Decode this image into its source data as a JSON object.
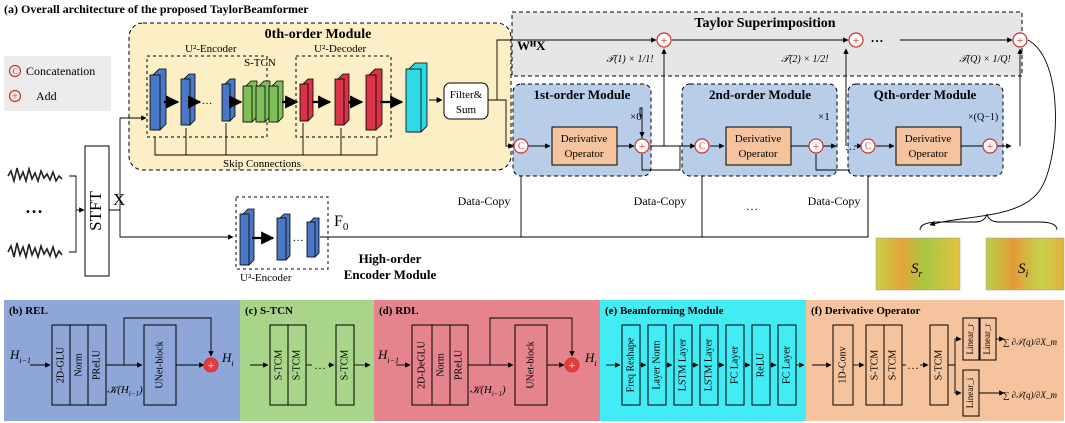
{
  "title": "(a) Overall architecture of the proposed TaylorBeamformer",
  "legend": {
    "concat_symbol": "C",
    "concat_label": "Concatenation",
    "add_symbol": "+",
    "add_label": "Add"
  },
  "zeroth": {
    "title": "0th-order Module",
    "encoder": "U²-Encoder",
    "stcn": "S-TCN",
    "decoder": "U²-Decoder",
    "skip": "Skip Connections",
    "filter1": "Filter&",
    "filter2": "Sum"
  },
  "stft": "STFT",
  "x_label": "X",
  "f0_label": "F",
  "f0_sub": "0",
  "high_order": {
    "encoder": "U²-Encoder",
    "line1": "High-order",
    "line2": "Encoder Module"
  },
  "taylor": {
    "title": "Taylor Superimposition",
    "whx": "WᴴX",
    "t1": "𝒯(1) × 1/1!",
    "t2": "𝒯(2) × 1/2!",
    "tq": "𝒯(Q) × 1/Q!"
  },
  "modules": [
    {
      "title": "1st-order Module",
      "op1": "Derivative",
      "op2": "Operator",
      "mult": "×0"
    },
    {
      "title": "2nd-order Module",
      "op1": "Derivative",
      "op2": "Operator",
      "mult": "×1"
    },
    {
      "title": "Qth-order Module",
      "op1": "Derivative",
      "op2": "Operator",
      "mult": "×(Q−1)"
    }
  ],
  "data_copy": "Data-Copy",
  "dots": "…",
  "outputs": {
    "sr": "S",
    "sr_sub": "r",
    "si": "S",
    "si_sub": "i"
  },
  "rel": {
    "title": "(b) REL",
    "in": "H",
    "in_sub": "i−1",
    "blocks": [
      "2D-GLU",
      "Norm",
      "PReLU"
    ],
    "k": "𝒦(H",
    "k_sub": "i−1",
    "k_end": ")",
    "unet": "UNet-block",
    "out": "H",
    "out_sub": "i"
  },
  "stcn": {
    "title": "(c) S-TCN",
    "blocks": [
      "S-TCM",
      "S-TCM",
      "S-TCM"
    ]
  },
  "rdl": {
    "title": "(d) RDL",
    "in": "H",
    "in_sub": "i−1",
    "blocks": [
      "2D-DeGLU",
      "Norm",
      "PReLU"
    ],
    "k": "𝒦(H",
    "k_sub": "i−1",
    "k_end": ")",
    "unet": "UNet-block",
    "out": "H",
    "out_sub": "i"
  },
  "beam": {
    "title": "(e) Beamforming Module",
    "blocks": [
      "Freq Reshape",
      "Layer Norm",
      "LSTM Layer",
      "LSTM Layer",
      "FC Layer",
      "ReLU",
      "FC Layer"
    ]
  },
  "deriv": {
    "title": "(f) Derivative Operator",
    "blocks": [
      "1D-Conv",
      "S-TCM",
      "S-TCM",
      "S-TCM"
    ],
    "lin_r": "Linear_r",
    "lin_i": "Linear_i",
    "sum_r": "∑ ∂𝒯(q)/∂X_m",
    "sum_i": "∑ ∂𝒯(q)/∂X_m"
  }
}
